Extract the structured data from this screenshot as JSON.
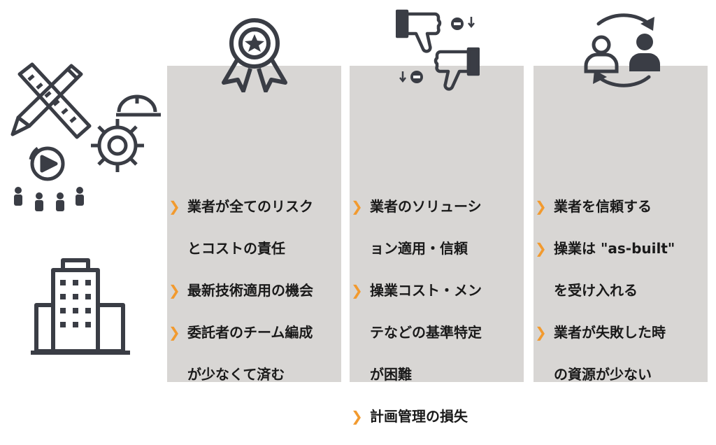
{
  "columns": [
    {
      "icon": "award-ribbon-icon",
      "lines": [
        {
          "bullet": true,
          "text": "業者が全てのリスク"
        },
        {
          "bullet": false,
          "text": "とコストの責任"
        },
        {
          "bullet": true,
          "text": "最新技術適用の機会"
        },
        {
          "bullet": true,
          "text": "委託者のチーム編成"
        },
        {
          "bullet": false,
          "text": "が少なくて済む"
        }
      ]
    },
    {
      "icon": "thumbs-down-icon",
      "lines": [
        {
          "bullet": true,
          "text": "業者のソリューシ"
        },
        {
          "bullet": false,
          "text": "ョン適用・信頼"
        },
        {
          "bullet": true,
          "text": "操業コスト・メン"
        },
        {
          "bullet": false,
          "text": "テなどの基準特定"
        },
        {
          "bullet": false,
          "text": "が困難"
        },
        {
          "bullet": true,
          "text": "計画管理の損失"
        }
      ]
    },
    {
      "icon": "user-exchange-icon",
      "lines": [
        {
          "bullet": true,
          "text": "業者を信頼する"
        },
        {
          "bullet": true,
          "text": "操業は \"as-built\""
        },
        {
          "bullet": false,
          "text": "を受け入れる"
        },
        {
          "bullet": true,
          "text": "業者が失敗した時"
        },
        {
          "bullet": false,
          "text": "の資源が少ない"
        }
      ]
    }
  ],
  "colors": {
    "panel": "#d8d6d4",
    "accent": "#f29a2e",
    "icon": "#3a3d45"
  }
}
